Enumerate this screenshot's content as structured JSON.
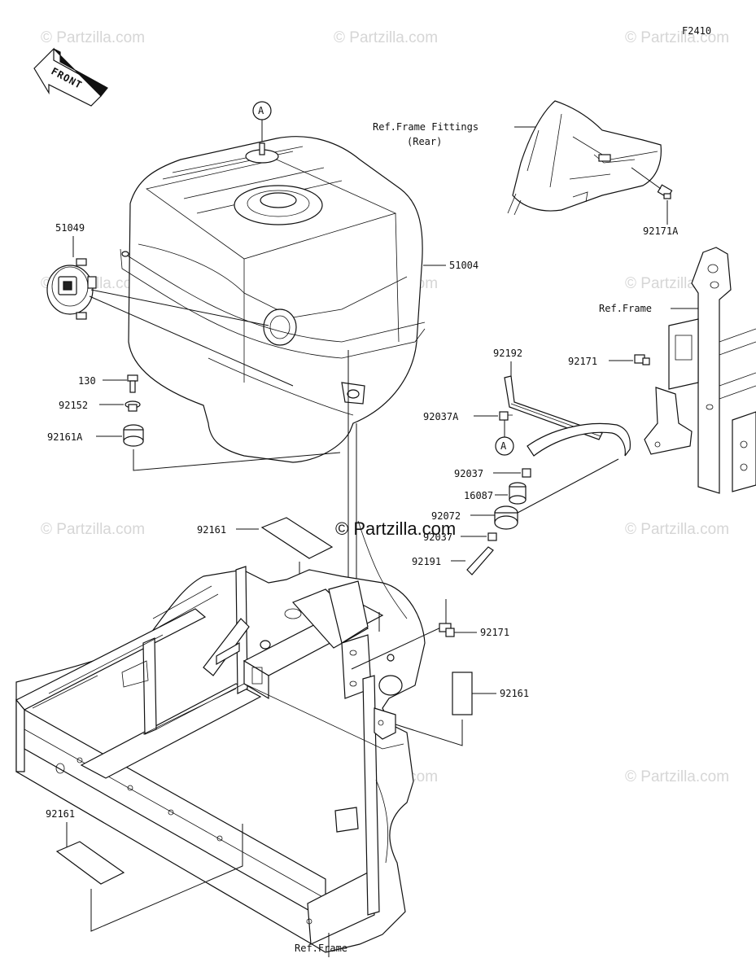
{
  "diagram_code": "F2410",
  "front_label": "FRONT",
  "watermark": "© Partzilla.com",
  "center_watermark": "© Partzilla.com",
  "callout_a": "A",
  "labels": {
    "p51049": "51049",
    "p51004": "51004",
    "p130": "130",
    "p92152": "92152",
    "p92161A": "92161A",
    "ref_frame_fittings_1": "Ref.Frame Fittings",
    "ref_frame_fittings_2": "(Rear)",
    "p92171A": "92171A",
    "ref_frame_right": "Ref.Frame",
    "p92192": "92192",
    "p92171_upper": "92171",
    "p92037A": "92037A",
    "p92037_upper": "92037",
    "p16087": "16087",
    "p92072": "92072",
    "p92037_lower": "92037",
    "p92191": "92191",
    "p92161_upper": "92161",
    "p92171_lower": "92171",
    "p92161_right": "92161",
    "p92161_lower": "92161",
    "ref_frame_bottom": "Ref.Frame"
  }
}
